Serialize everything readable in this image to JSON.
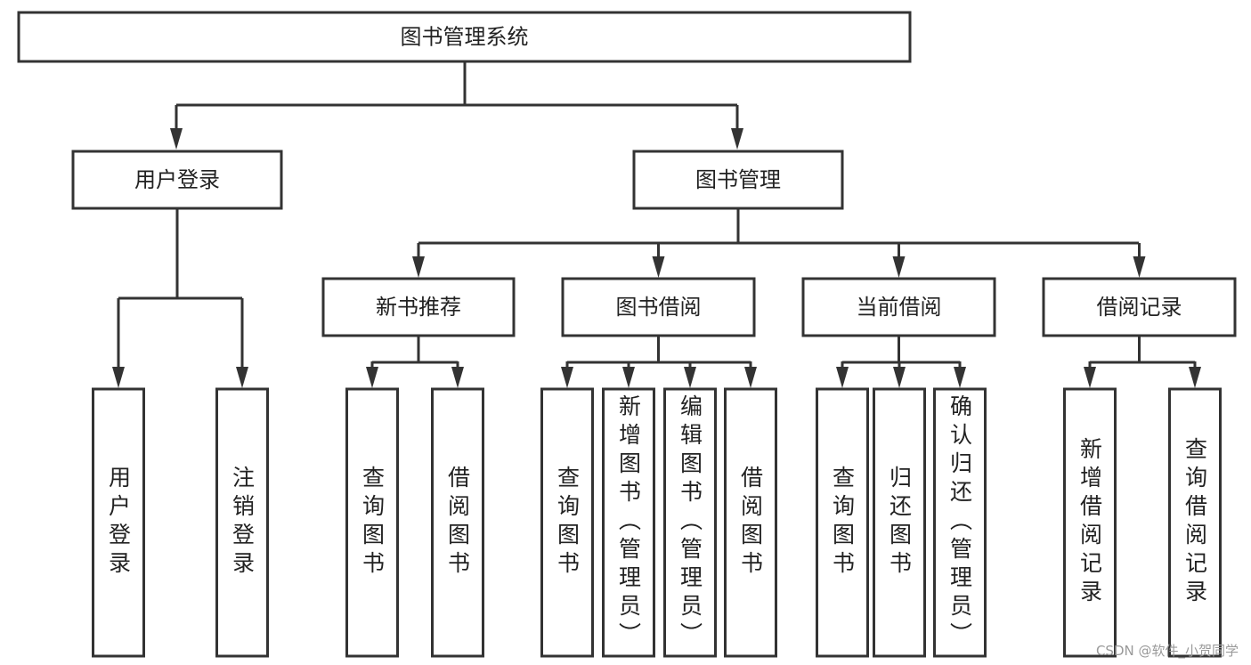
{
  "diagram": {
    "root": "图书管理系统",
    "level1": [
      "用户登录",
      "图书管理"
    ],
    "user_login_children": [
      "用户登录",
      "注销登录"
    ],
    "book_management_children": [
      {
        "label": "新书推荐",
        "children": [
          "查询图书",
          "借阅图书"
        ]
      },
      {
        "label": "图书借阅",
        "children": [
          "查询图书",
          "新增图书（管理员）",
          "编辑图书（管理员）",
          "借阅图书"
        ]
      },
      {
        "label": "当前借阅",
        "children": [
          "查询图书",
          "归还图书",
          "确认归还（管理员）"
        ]
      },
      {
        "label": "借阅记录",
        "children": [
          "新增借阅记录",
          "查询借阅记录"
        ]
      }
    ],
    "colors": {
      "stroke": "#333333",
      "text": "#222222",
      "background": "#ffffff"
    }
  },
  "watermark": "CSDN @软件_小贺同学"
}
